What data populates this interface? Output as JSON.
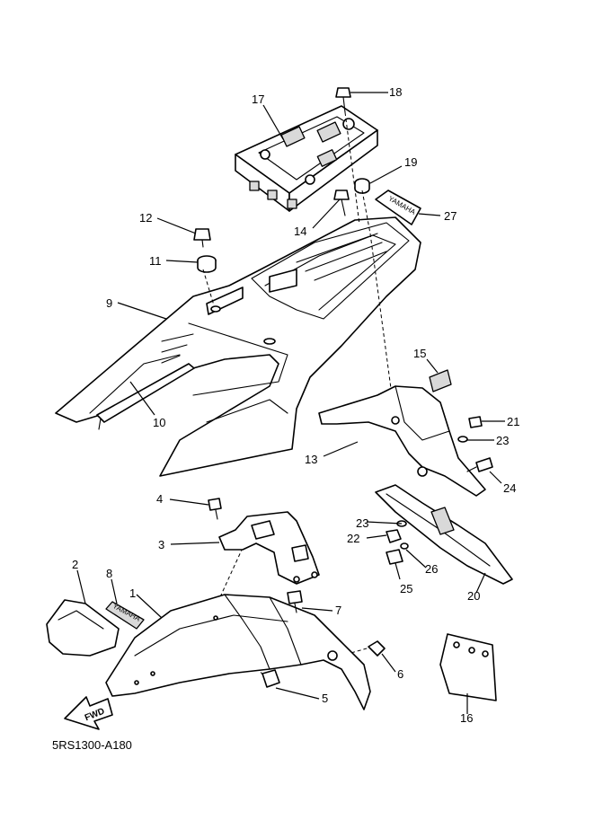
{
  "diagram": {
    "code": "5RS1300-A180",
    "fwd_label": "FWD",
    "decal_text": "YAMAHA",
    "emblem_text": "YAMAHA",
    "callouts": {
      "p1": "1",
      "p2": "2",
      "p3": "3",
      "p4": "4",
      "p5": "5",
      "p6": "6",
      "p7": "7",
      "p8": "8",
      "p9": "9",
      "p10": "10",
      "p11": "11",
      "p12": "12",
      "p13": "13",
      "p14": "14",
      "p15": "15",
      "p16": "16",
      "p17": "17",
      "p18": "18",
      "p19": "19",
      "p20": "20",
      "p21": "21",
      "p22": "22",
      "p23a": "23",
      "p23b": "23",
      "p24": "24",
      "p25": "25",
      "p26": "26",
      "p27": "27"
    }
  }
}
